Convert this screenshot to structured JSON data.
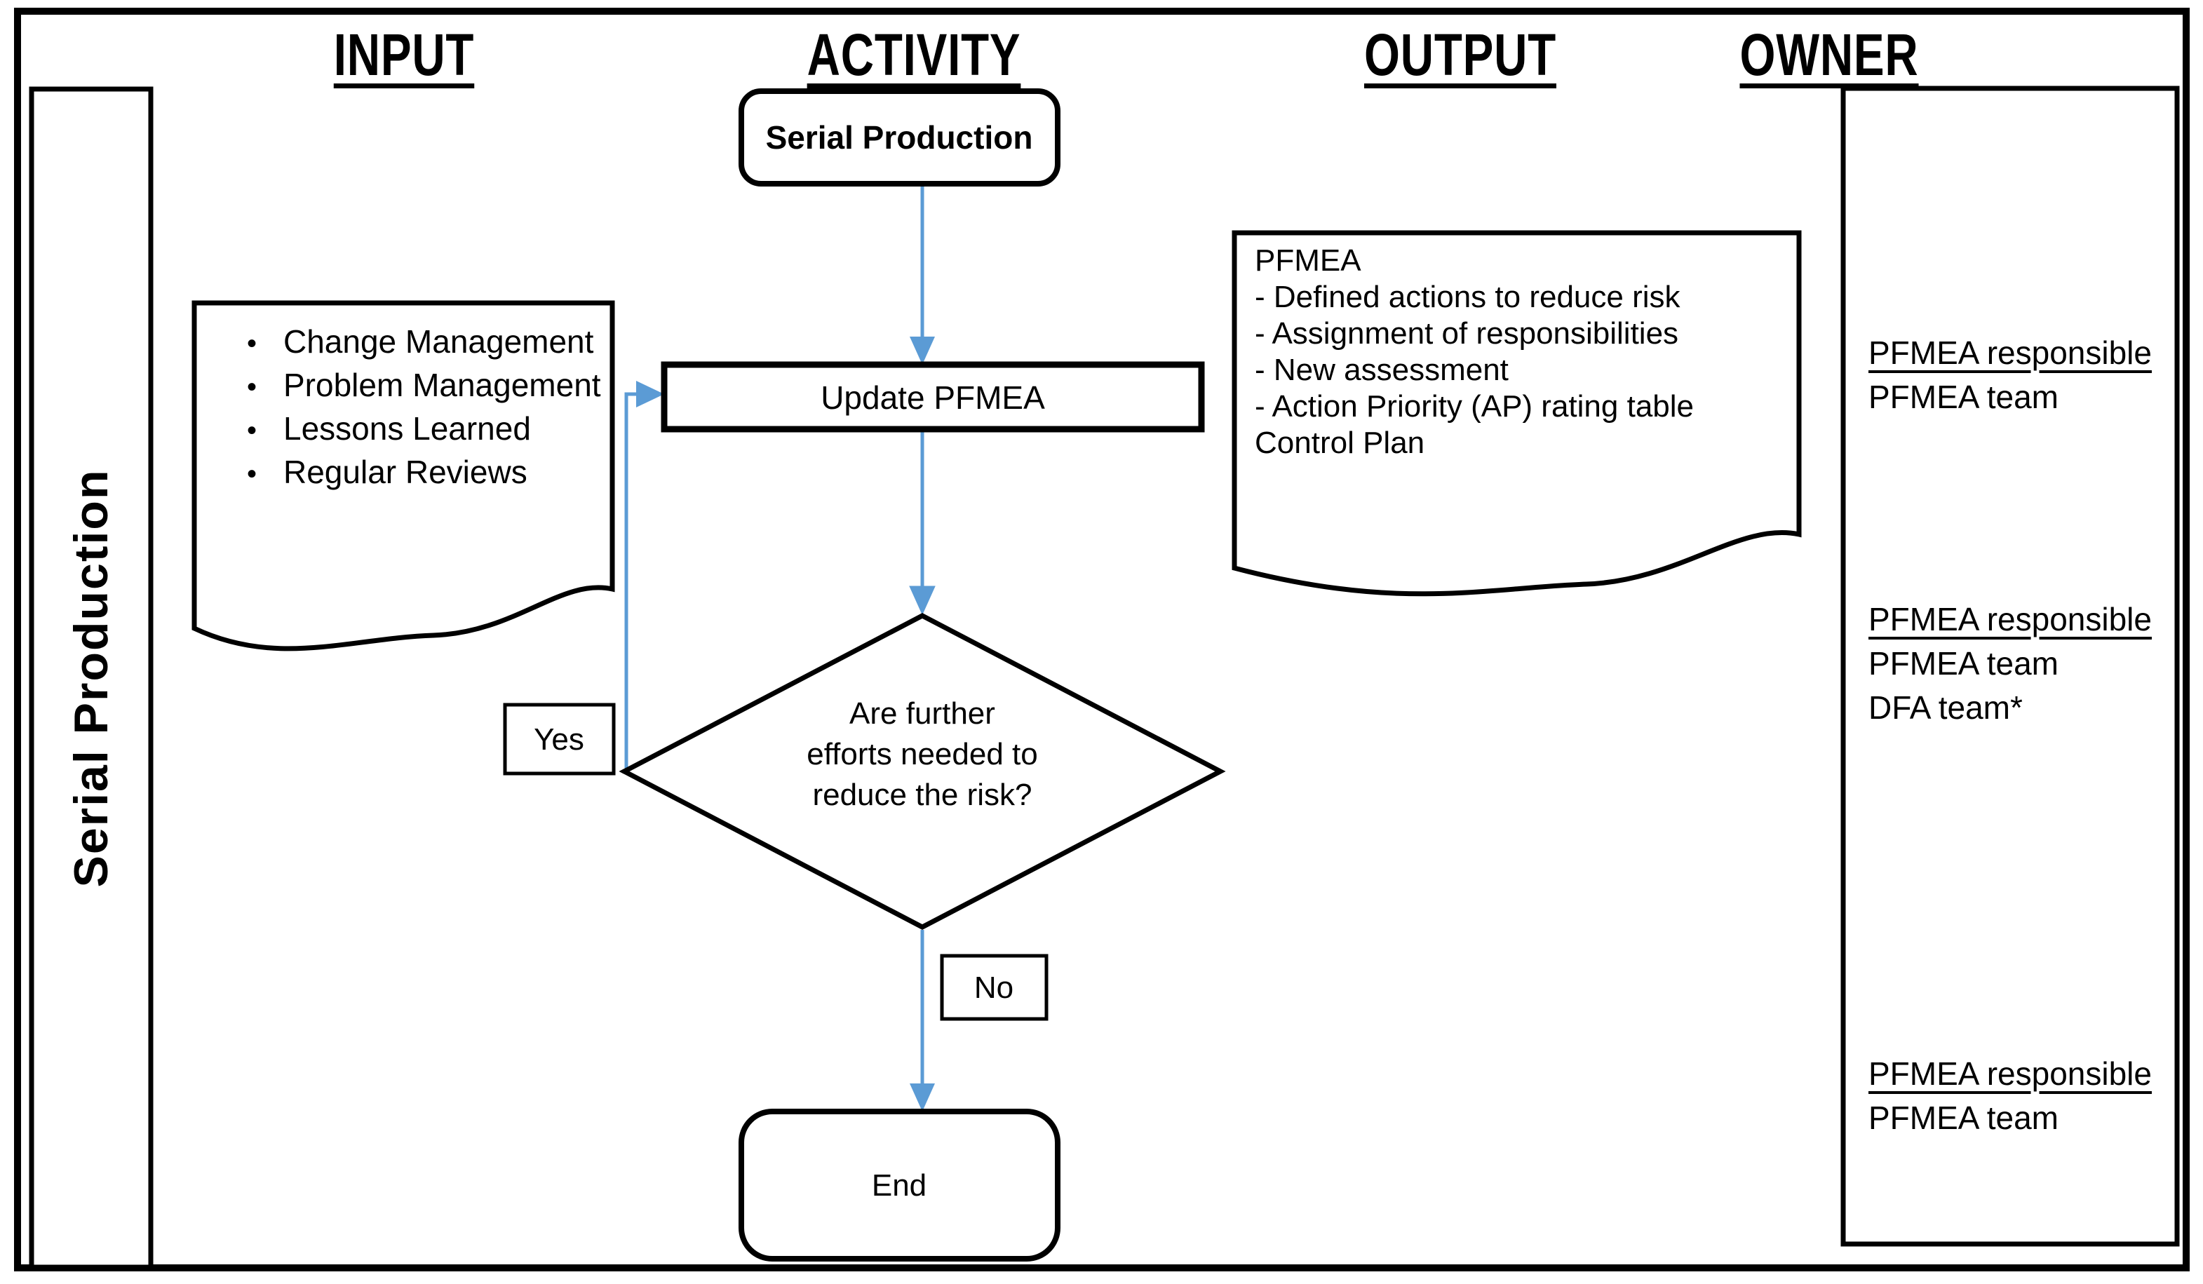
{
  "palette": {
    "arrow_blue": "#5B9BD5",
    "line_black": "#000000",
    "background": "#ffffff"
  },
  "headers": {
    "input": "INPUT",
    "activity": "ACTIVITY",
    "output": "OUTPUT",
    "owner": "OWNER"
  },
  "swimlane": {
    "label": "Serial Production"
  },
  "nodes": {
    "start": {
      "label": "Serial Production"
    },
    "update": {
      "label": "Update PFMEA"
    },
    "decision": {
      "lines": [
        "Are further",
        "efforts needed to",
        "reduce the risk?"
      ]
    },
    "yes_label": "Yes",
    "no_label": "No",
    "end": {
      "label": "End"
    }
  },
  "input_doc": {
    "bullet_char": "•",
    "items": [
      "Change Management",
      "Problem Management",
      "Lessons Learned",
      "Regular Reviews"
    ]
  },
  "output_doc": {
    "lines": [
      "PFMEA",
      "- Defined actions to reduce risk",
      "- Assignment of responsibilities",
      "- New assessment",
      "- Action Priority (AP) rating table",
      "Control Plan"
    ]
  },
  "owner": {
    "entries": [
      {
        "responsible": "PFMEA responsible",
        "team_lines": [
          "PFMEA team"
        ]
      },
      {
        "responsible": "PFMEA responsible",
        "team_lines": [
          "PFMEA team",
          "DFA team*"
        ]
      },
      {
        "responsible": "PFMEA responsible",
        "team_lines": [
          "PFMEA team"
        ]
      }
    ]
  }
}
